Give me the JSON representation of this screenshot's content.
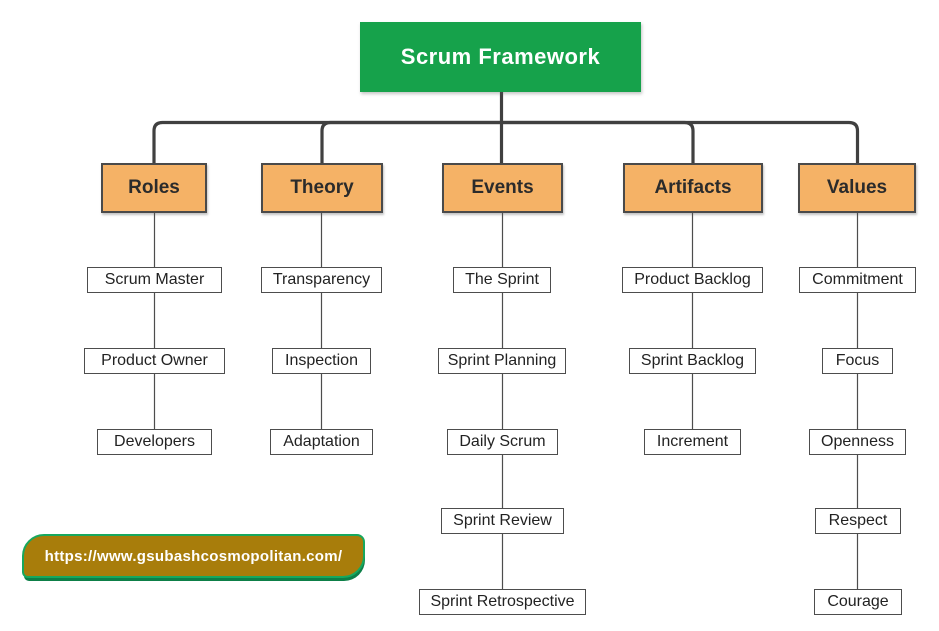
{
  "title": {
    "label": "Scrum Framework"
  },
  "branches": [
    {
      "label": "Roles",
      "children": [
        "Scrum Master",
        "Product Owner",
        "Developers"
      ]
    },
    {
      "label": "Theory",
      "children": [
        "Transparency",
        "Inspection",
        "Adaptation"
      ]
    },
    {
      "label": "Events",
      "children": [
        "The Sprint",
        "Sprint Planning",
        "Daily Scrum",
        "Sprint Review",
        "Sprint Retrospective"
      ]
    },
    {
      "label": "Artifacts",
      "children": [
        "Product Backlog",
        "Sprint Backlog",
        "Increment"
      ]
    },
    {
      "label": "Values",
      "children": [
        "Commitment",
        "Focus",
        "Openness",
        "Respect",
        "Courage"
      ]
    }
  ],
  "footer": {
    "url_label": "https://www.gsubashcosmopolitan.com/"
  },
  "colors": {
    "root_green": "#16A24B",
    "branch_orange": "#F5B266",
    "branch_border_gray": "#4A4A4A",
    "connector_dark": "#404040",
    "badge_gold": "#A87D0B",
    "badge_border_green": "#17A85E"
  }
}
